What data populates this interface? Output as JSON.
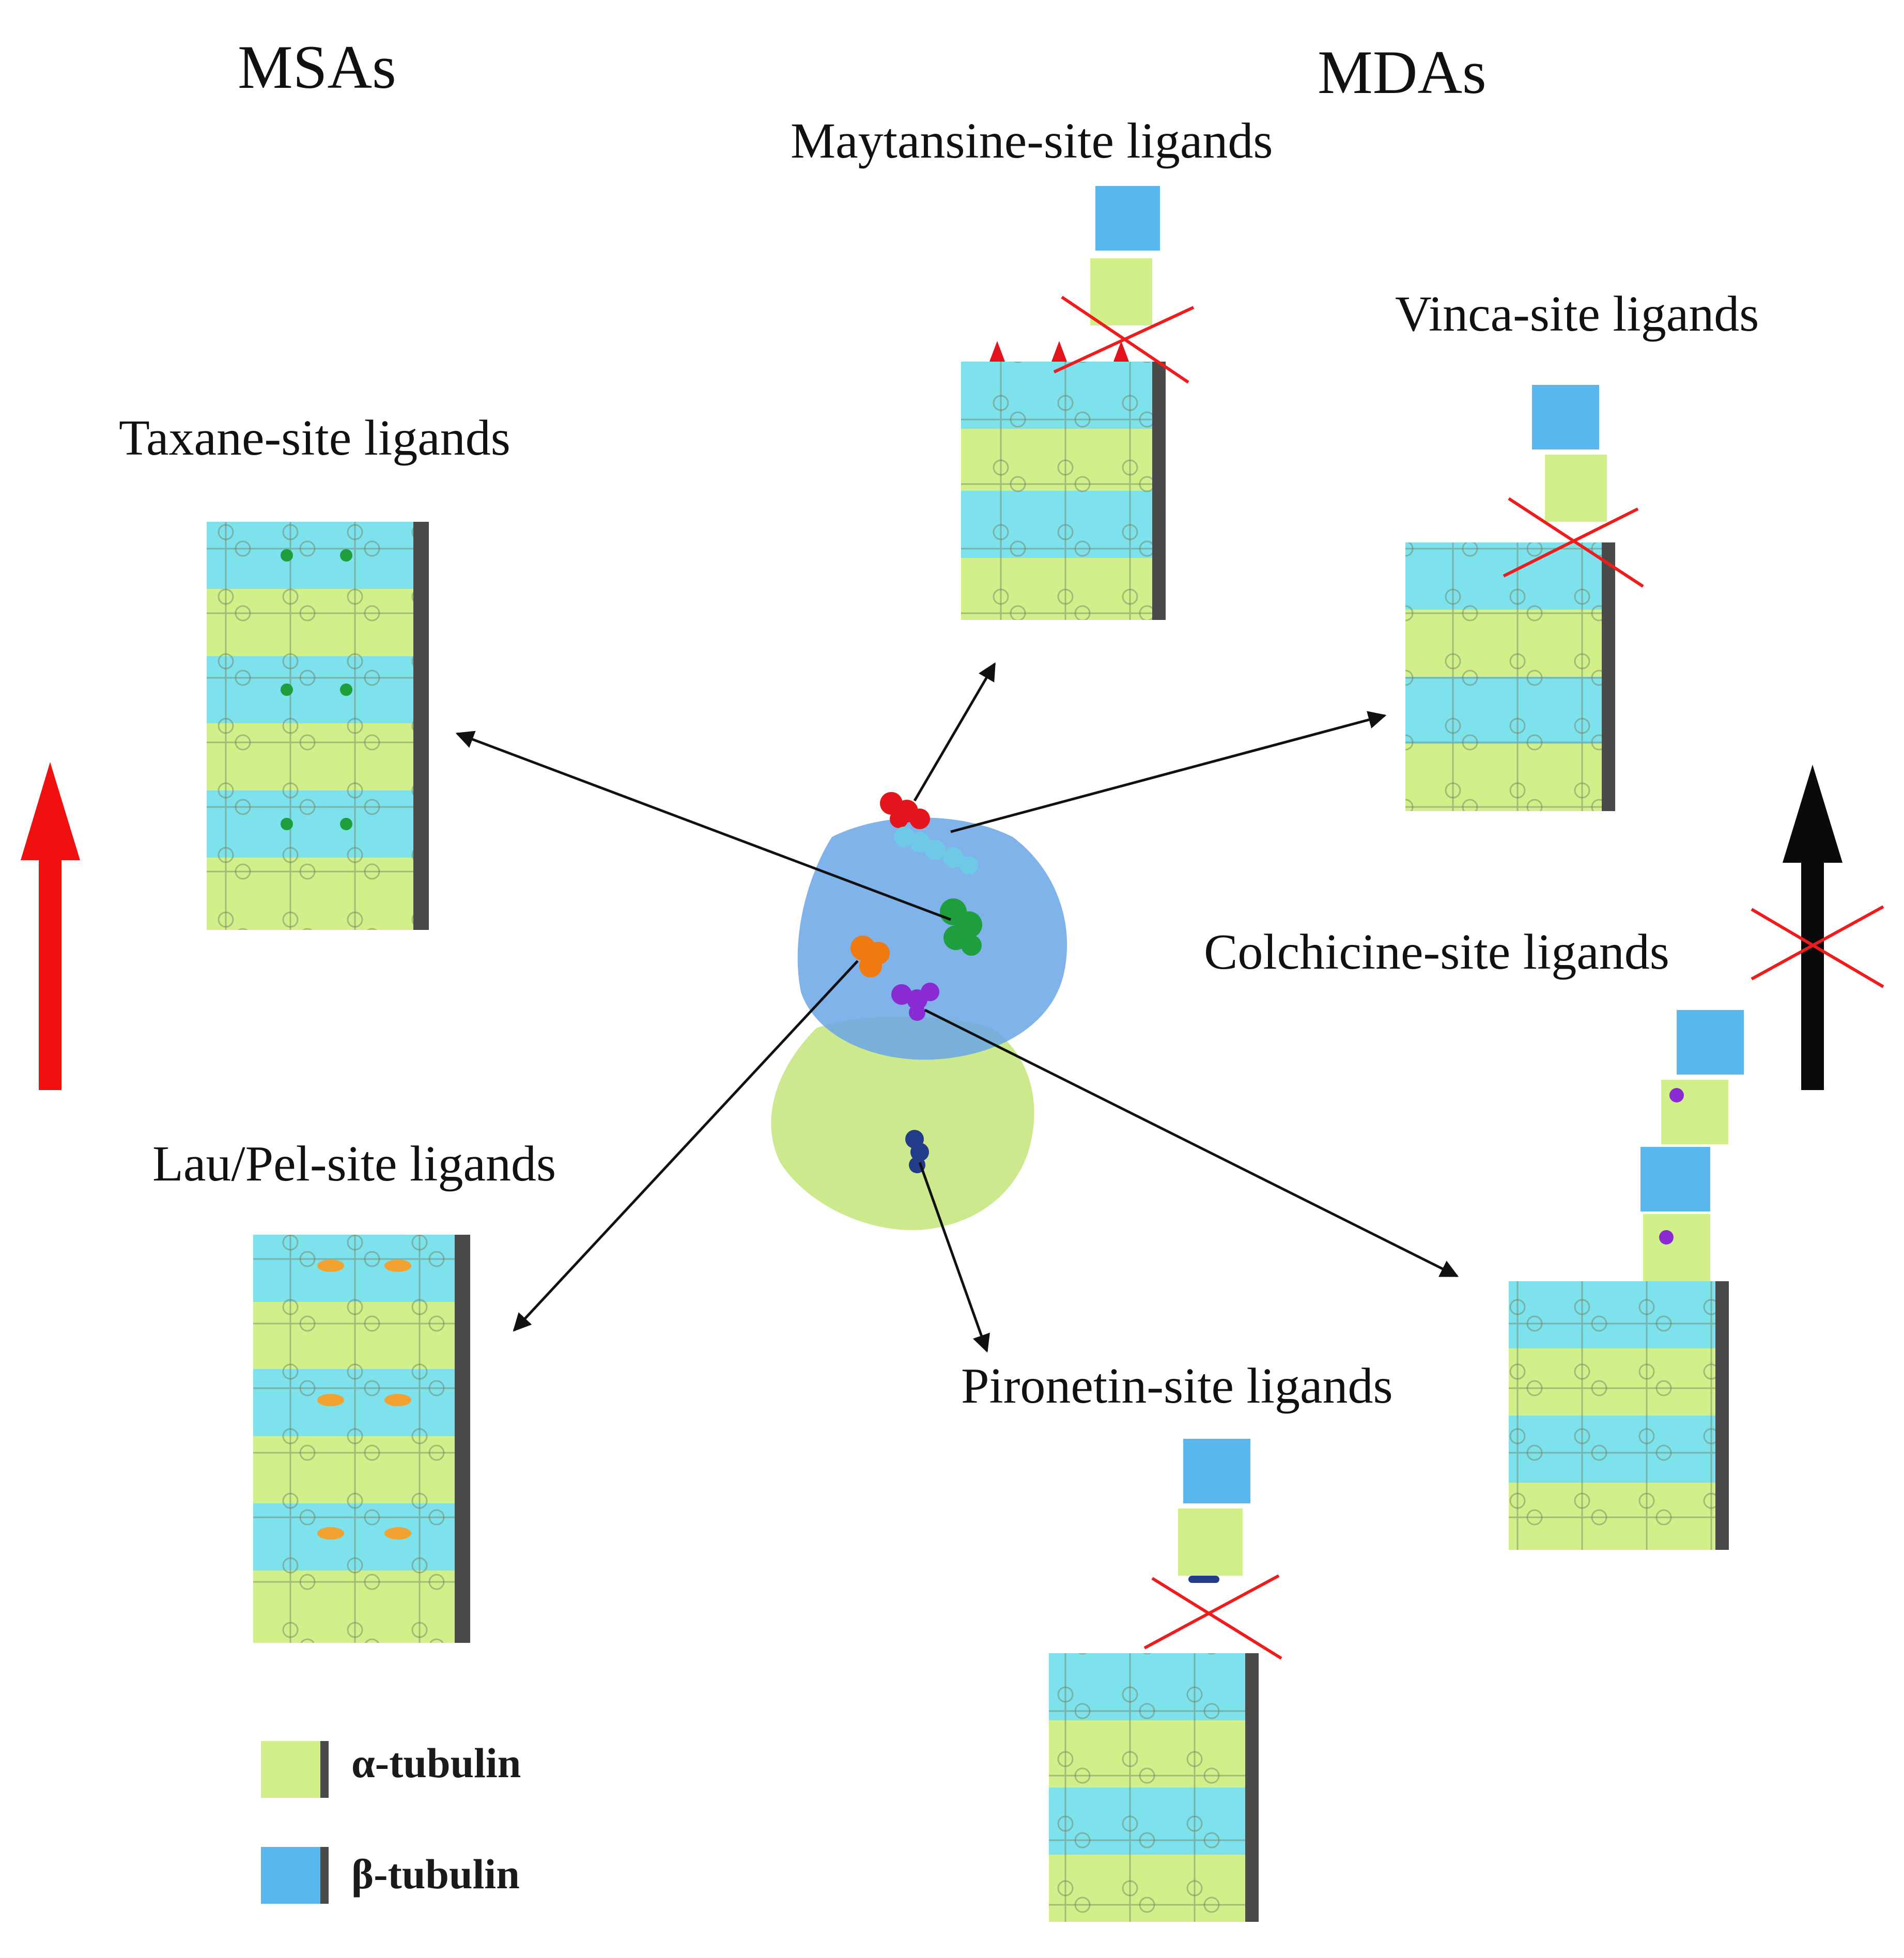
{
  "headers": {
    "left": "MSAs",
    "right": "MDAs"
  },
  "sites": {
    "taxane": "Taxane-site ligands",
    "laupel": "Lau/Pel-site ligands",
    "maytansine": "Maytansine-site ligands",
    "vinca": "Vinca-site ligands",
    "colchicine": "Colchicine-site ligands",
    "pironetin": "Pironetin-site ligands"
  },
  "legend": {
    "alpha": "α-tubulin",
    "beta": "β-tubulin"
  },
  "colors": {
    "alpha": "#d2f08a",
    "beta_lattice": "#7ee2ec",
    "beta_free": "#58b8ee",
    "stabilize_arrow": "#f01010",
    "destabilize_arrow": "#0a0a0a",
    "cross": "#ee1c1c",
    "protein_beta": "#6aa6e6",
    "protein_alpha": "#c6e67e",
    "ligand_maytansine": "#e4141c",
    "ligand_vinca": "#6ec8e8",
    "ligand_taxane": "#1e9e3c",
    "ligand_laupel": "#ee7a10",
    "ligand_colchicine": "#8a2ad2",
    "ligand_pironetin": "#233c8a"
  }
}
